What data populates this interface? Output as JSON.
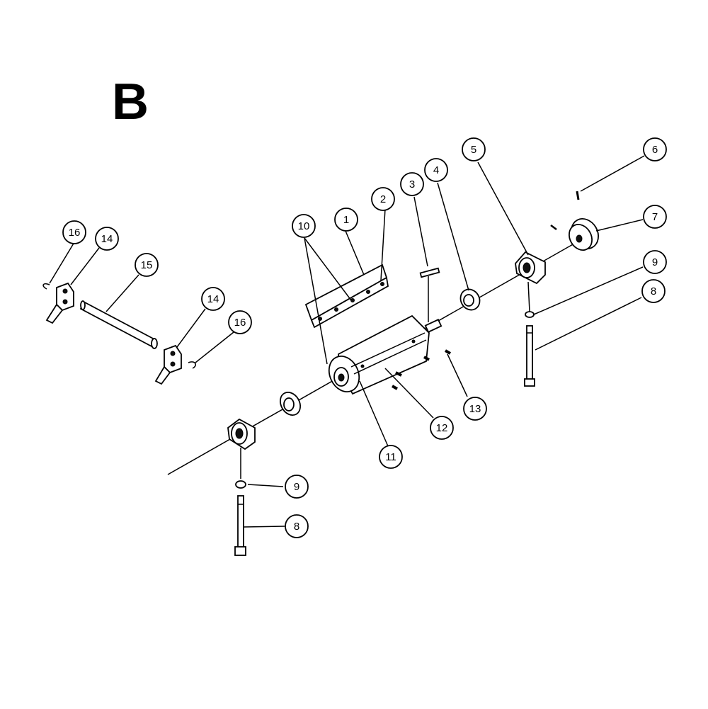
{
  "diagram": {
    "section_letter": "B",
    "callouts": [
      {
        "id": "c1",
        "label": "1"
      },
      {
        "id": "c2",
        "label": "2"
      },
      {
        "id": "c3",
        "label": "3"
      },
      {
        "id": "c4",
        "label": "4"
      },
      {
        "id": "c5",
        "label": "5"
      },
      {
        "id": "c6",
        "label": "6"
      },
      {
        "id": "c7",
        "label": "7"
      },
      {
        "id": "c8a",
        "label": "8"
      },
      {
        "id": "c8b",
        "label": "8"
      },
      {
        "id": "c9a",
        "label": "9"
      },
      {
        "id": "c9b",
        "label": "9"
      },
      {
        "id": "c10",
        "label": "10"
      },
      {
        "id": "c11",
        "label": "11"
      },
      {
        "id": "c12",
        "label": "12"
      },
      {
        "id": "c13",
        "label": "13"
      },
      {
        "id": "c14a",
        "label": "14"
      },
      {
        "id": "c14b",
        "label": "14"
      },
      {
        "id": "c15",
        "label": "15"
      },
      {
        "id": "c16a",
        "label": "16"
      },
      {
        "id": "c16b",
        "label": "16"
      }
    ]
  }
}
